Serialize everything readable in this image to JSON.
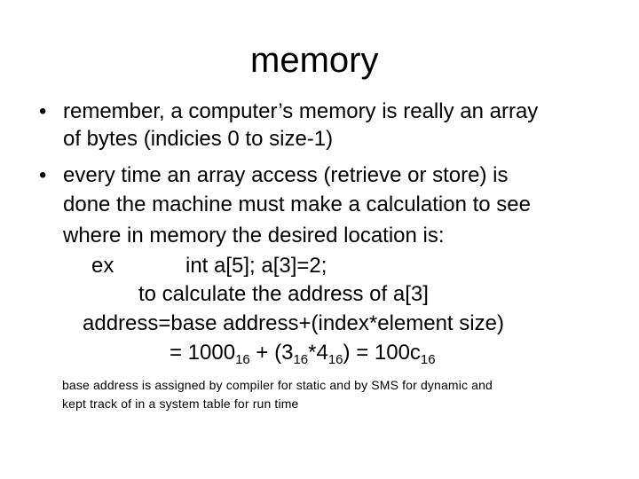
{
  "slide": {
    "title": "memory",
    "bullet_glyph": "•",
    "bullet1": {
      "line1": "remember, a computer’s memory is really an array",
      "line2": "of bytes (indicies 0 to size-1)"
    },
    "bullet2": {
      "line1": "every time an array access (retrieve or store) is",
      "line2": "done the machine must make a calculation to see",
      "line3": "where in memory the desired location is:"
    },
    "example": {
      "prefix": "ex",
      "code": "int   a[5];  a[3]=2;",
      "explain": "to calculate the address of a[3]",
      "formula": "address=base address+(index*element size)",
      "calc": {
        "eq": "= 1000",
        "plus": " + (3",
        "times": "*4",
        "close": ")  = 100c",
        "base": "16"
      }
    },
    "note": {
      "line1": "base address is assigned by compiler for static and by SMS for dynamic and",
      "line2": "kept track of in a system table for run time"
    }
  }
}
